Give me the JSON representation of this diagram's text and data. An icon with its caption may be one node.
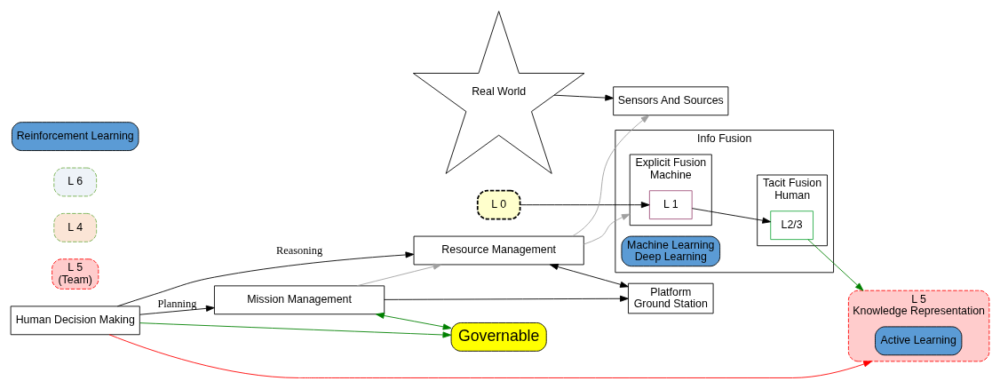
{
  "diagram": {
    "nodes": [
      {
        "text": [
          "Real World"
        ]
      },
      {
        "text": [
          "Sensors And Sources"
        ]
      },
      {
        "text": [
          "L 0"
        ]
      },
      {
        "text": [
          "Info Fusion"
        ]
      },
      {
        "text": [
          "Explicit Fusion",
          "Machine"
        ],
        "in": 3
      },
      {
        "text": [
          "L 1"
        ],
        "in": 4
      },
      {
        "text": [
          "Machine Learning",
          "Deep Learning"
        ],
        "in": 3
      },
      {
        "text": [
          "Tacit Fusion",
          "Human"
        ],
        "in": 3
      },
      {
        "text": [
          "L2/3"
        ],
        "in": 7
      },
      {
        "text": [
          "L 5",
          "Knowledge Representation"
        ]
      },
      {
        "text": [
          "Active Learning"
        ],
        "in": 9
      },
      {
        "text": [
          "Human Decision Making"
        ]
      },
      {
        "text": [
          "L 5",
          "(Team)"
        ]
      },
      {
        "text": [
          "L 4"
        ]
      },
      {
        "text": [
          "Resource Management"
        ]
      },
      {
        "text": [
          "L 6"
        ]
      },
      {
        "text": [
          "Mission Management"
        ]
      },
      {
        "text": [
          "Platform",
          "Ground Station"
        ]
      },
      {
        "text": [
          "Reinforcement Learning"
        ]
      },
      {
        "text": [
          "Governable"
        ]
      }
    ],
    "edges": [
      {
        "from": 0,
        "to": 1,
        "arrow": "to"
      },
      {
        "from": 2,
        "to": 5,
        "arrow": "to"
      },
      {
        "from": 5,
        "to": 8,
        "arrow": "to"
      },
      {
        "from": 8,
        "to": 9,
        "arrow": "to",
        "color": "#008000"
      },
      {
        "from": 11,
        "to": 9,
        "arrow": "to",
        "color": "#ff0000"
      },
      {
        "from": 11,
        "to": 19,
        "arrow": "to",
        "color": "#008000"
      },
      {
        "from": 11,
        "to": 14,
        "arrow": "to",
        "label": "Reasoning"
      },
      {
        "from": 11,
        "to": 16,
        "arrow": "to",
        "label": "Planning"
      },
      {
        "from": 14,
        "to": 17,
        "arrow": "both"
      },
      {
        "from": 16,
        "to": 17,
        "arrow": "to"
      },
      {
        "from": 14,
        "to": 1,
        "arrow": "to",
        "color": "#a0a0a0"
      },
      {
        "from": 14,
        "to": 4,
        "arrow": "to",
        "color": "#a0a0a0"
      },
      {
        "from": 16,
        "to": 14,
        "arrow": "to",
        "color": "#a0a0a0"
      },
      {
        "from": 16,
        "to": 19,
        "arrow": "both",
        "color": "#008000"
      }
    ]
  }
}
